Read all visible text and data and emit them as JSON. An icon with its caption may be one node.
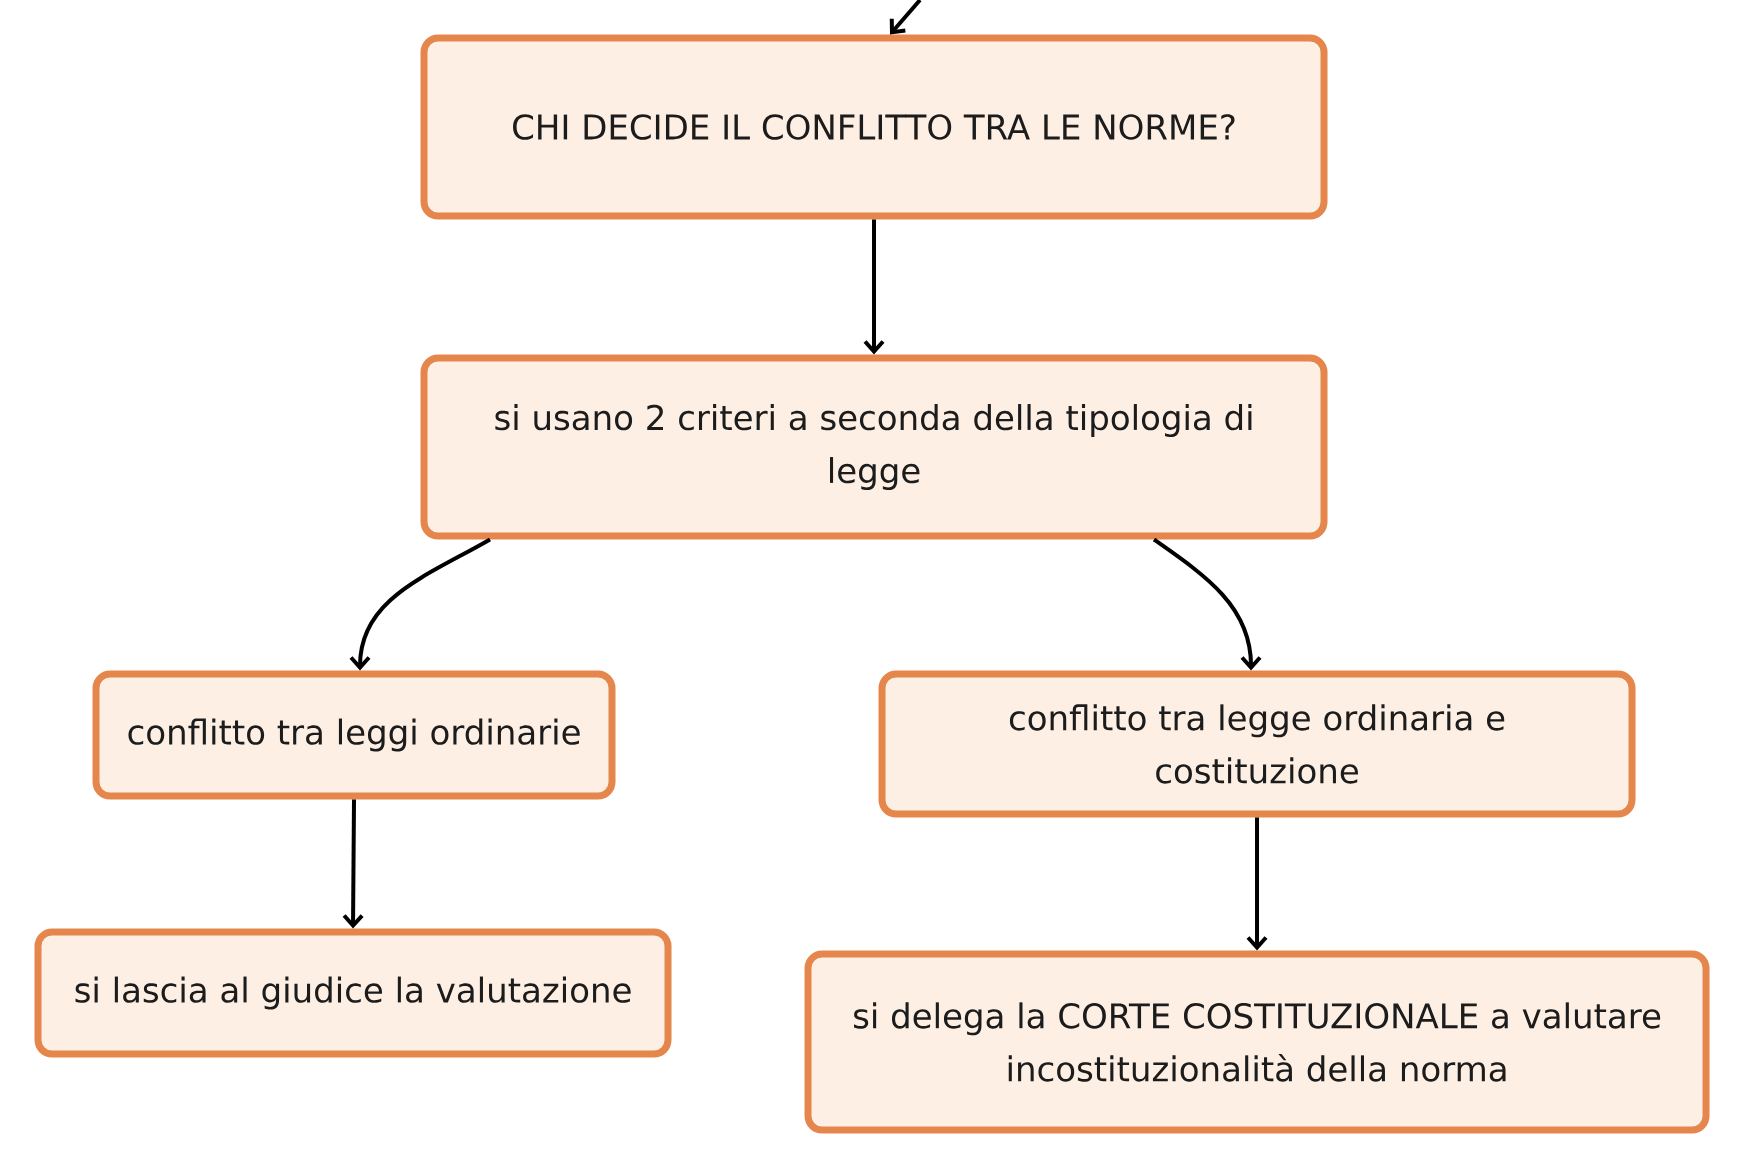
{
  "diagram": {
    "nodes": [
      {
        "text": [
          "CHI DECIDE IL CONFLITTO TRA LE NORME?"
        ]
      },
      {
        "text": [
          "si usano 2 criteri a seconda della tipologia di legge"
        ]
      },
      {
        "text": [
          "conflitto tra leggi ordinarie"
        ]
      },
      {
        "text": [
          "conflitto tra legge ordinaria e costituzione"
        ]
      },
      {
        "text": [
          "si lascia al giudice la valutazione"
        ]
      },
      {
        "text": [
          "si delega la CORTE COSTITUZIONALE a valutare incostituzionalità della norma"
        ]
      }
    ],
    "edges": [
      {
        "from": null,
        "to": 0,
        "arrow": "to"
      },
      {
        "from": 0,
        "to": 1,
        "arrow": "to"
      },
      {
        "from": 1,
        "to": 2,
        "arrow": "to"
      },
      {
        "from": 1,
        "to": 3,
        "arrow": "to"
      },
      {
        "from": 2,
        "to": 4,
        "arrow": "to"
      },
      {
        "from": 3,
        "to": 5,
        "arrow": "to"
      }
    ]
  }
}
